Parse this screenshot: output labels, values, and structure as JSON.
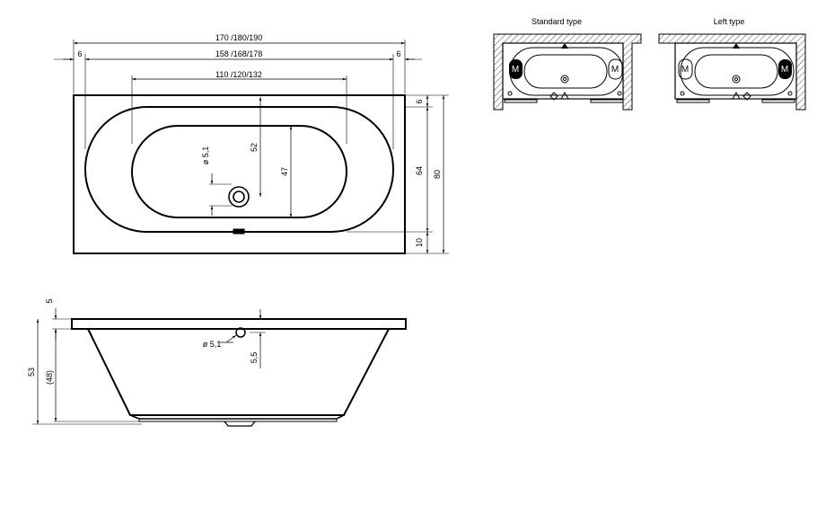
{
  "top_view": {
    "overall_length": "170 /180/190",
    "mid_length": "158 /168/178",
    "inner_length": "110 /120/132",
    "edge_left": "6",
    "edge_right": "6",
    "drain_diameter": "ø 5,1",
    "depth_52": "52",
    "depth_47": "47",
    "width_6": "6",
    "width_64": "64",
    "width_80": "80",
    "width_10": "10"
  },
  "side_view": {
    "rim": "5",
    "height_total": "53",
    "height_inner": "(48)",
    "overflow_diameter": "ø 5,1",
    "overflow_offset": "5,5"
  },
  "variants": {
    "standard_title": "Standard type",
    "left_title": "Left type",
    "motor_glyph": "M"
  }
}
